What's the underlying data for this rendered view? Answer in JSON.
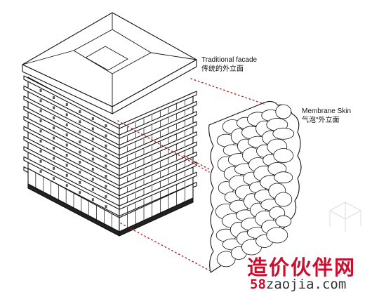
{
  "labels": {
    "traditional_en": "Traditional facade",
    "traditional_zh": "传统的外立面",
    "membrane_en": "Membrane Skin",
    "membrane_zh": "气泡\"外立面"
  },
  "watermark": {
    "site_cn": "造价伙伴网",
    "url_num": "58",
    "url_rest": "zaojia.com"
  },
  "colors": {
    "line": "#111111",
    "dots": "#b22222",
    "watermark_red": "#c8102e"
  }
}
